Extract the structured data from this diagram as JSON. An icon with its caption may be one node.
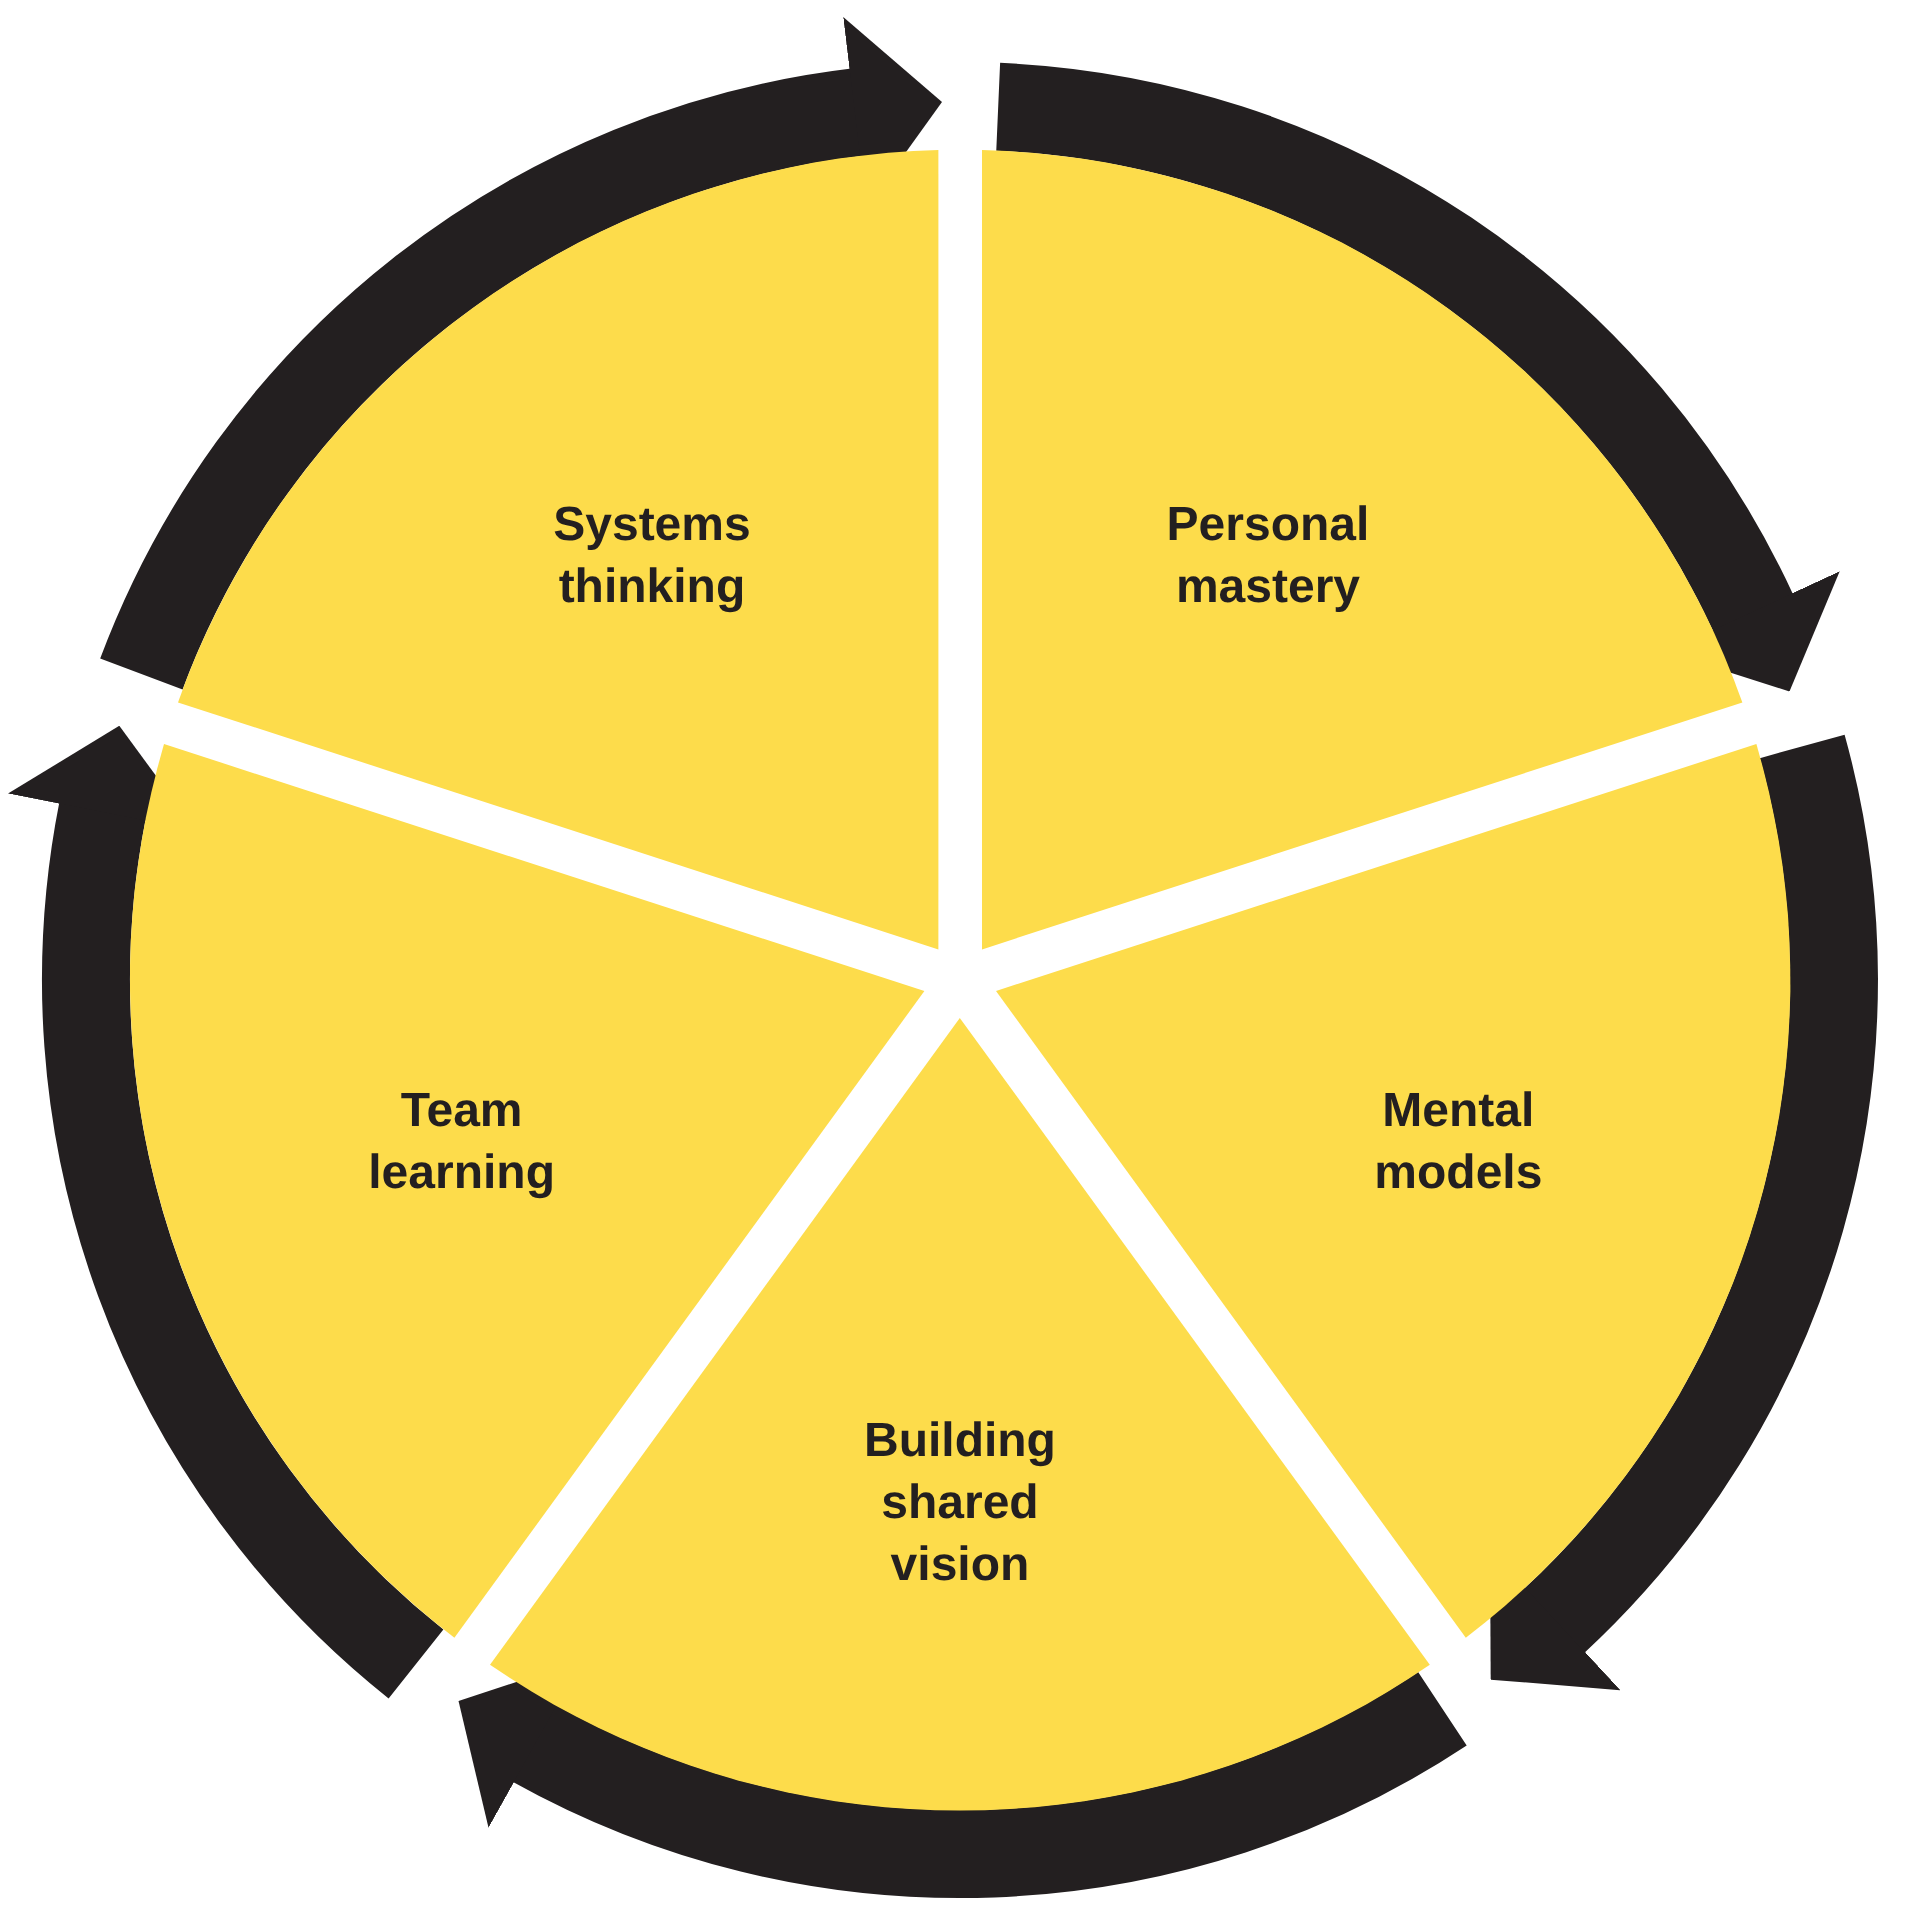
{
  "diagram": {
    "nodes": [
      {
        "text": [
          "Systems thinking"
        ]
      },
      {
        "text": [
          "Personal mastery"
        ]
      },
      {
        "text": [
          "Mental models"
        ]
      },
      {
        "text": [
          "Building shared vision"
        ]
      },
      {
        "text": [
          "Team learning"
        ]
      }
    ]
  }
}
